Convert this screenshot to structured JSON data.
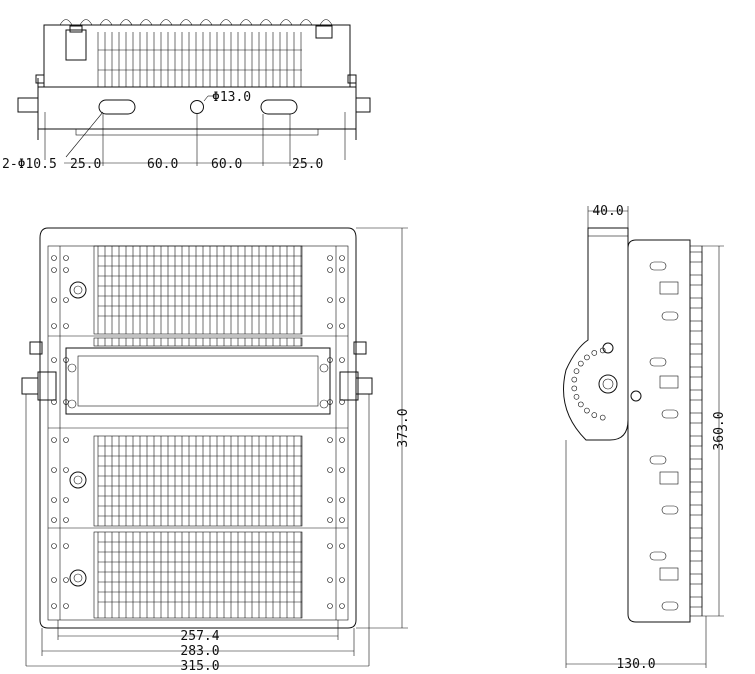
{
  "top_view": {
    "hole_label": "Φ13.0",
    "slot_label": "2-Φ10.5",
    "dims": [
      "25.0",
      "60.0",
      "60.0",
      "25.0"
    ]
  },
  "front_view": {
    "height_label": "373.0",
    "width_inner": "257.4",
    "width_mid": "283.0",
    "width_outer": "315.0"
  },
  "side_view": {
    "bracket_label": "40.0",
    "height_label": "360.0",
    "depth_label": "130.0"
  }
}
